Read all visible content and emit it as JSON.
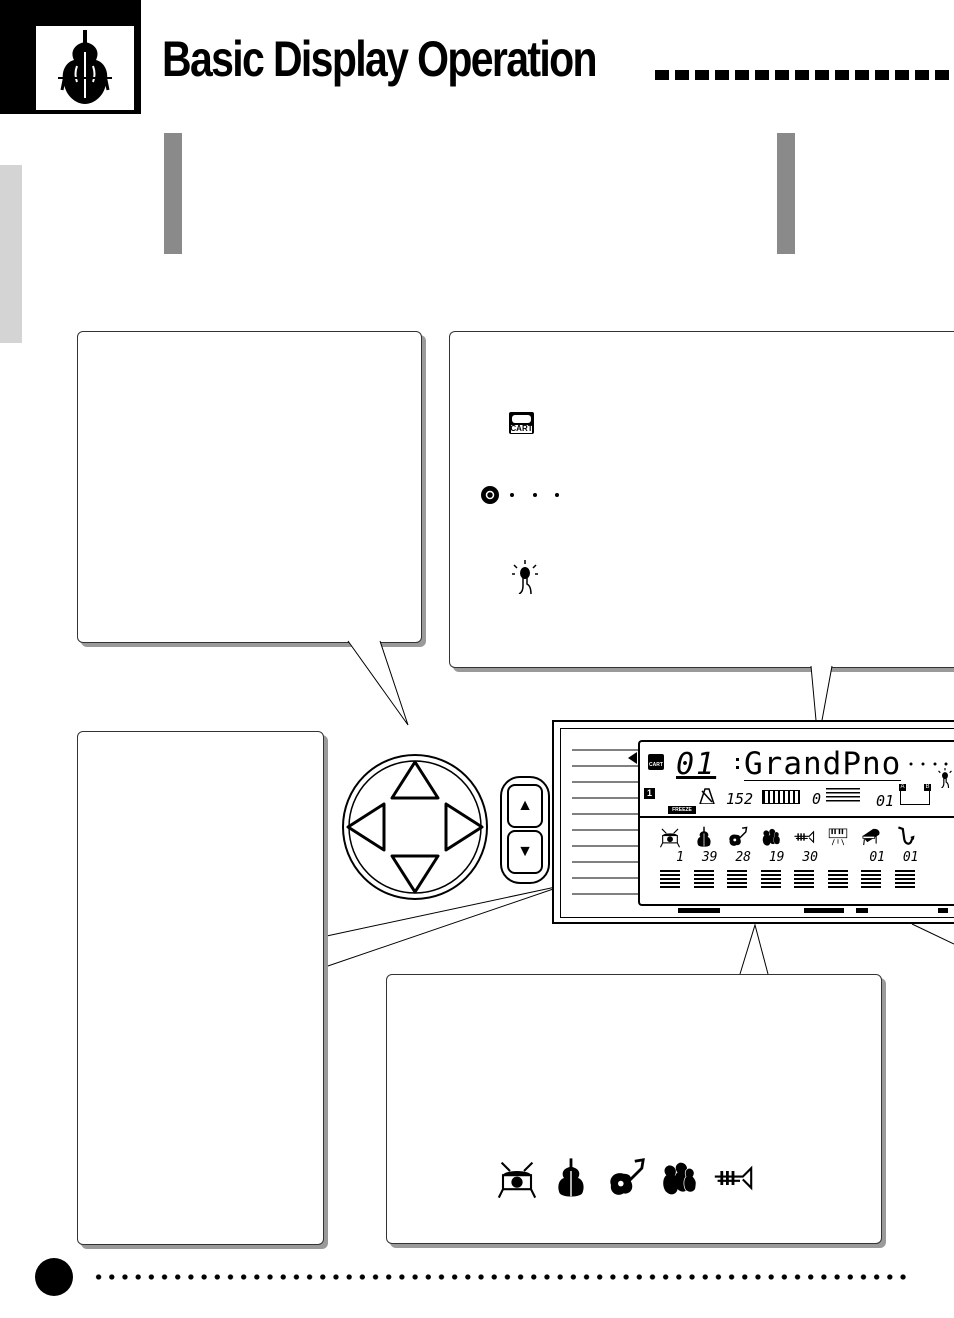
{
  "header": {
    "title": "Basic Display Operation",
    "section_icon": "upright-bass-icon"
  },
  "icons_panel": {
    "cart_label": "CART",
    "cart_icon": "cart-icon",
    "dots_icon": "beat-dots-icon",
    "touch_icon": "touch-sensitivity-icon"
  },
  "lcd": {
    "number": "01",
    "voice_name": "GrandPno",
    "cart_label": "CART",
    "track_number": "1",
    "freeze_label": "FREEZE",
    "tempo": "152",
    "transpose": "0",
    "registration": "01",
    "ab_label_a": "A",
    "ab_label_b": "B",
    "part_values": [
      "1",
      "39",
      "28",
      "19",
      "30",
      "",
      "01",
      "01"
    ],
    "part_icons": [
      "drum-icon",
      "bass-icon",
      "guitar-icon",
      "strings-icon",
      "trumpet-icon",
      "keyboard-icon",
      "piano-icon",
      "saxophone-icon"
    ]
  },
  "controls": {
    "cursor_pad": "cursor-pad",
    "updown_up": "▲",
    "updown_down": "▼"
  },
  "bottom_panel": {
    "icons": [
      "drum-icon",
      "bass-icon",
      "guitar-icon",
      "strings-icon",
      "trumpet-icon"
    ]
  }
}
